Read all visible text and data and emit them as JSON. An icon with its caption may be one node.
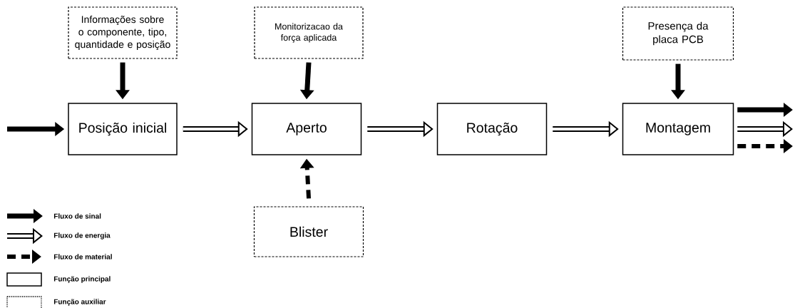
{
  "diagram": {
    "nodes": [
      {
        "text": [
          "Informações sobre o componente, tipo, quantidade e posição"
        ]
      },
      {
        "text": [
          "Monitorizacao da força aplicada"
        ]
      },
      {
        "text": [
          "Presença da placa PCB"
        ]
      },
      {
        "text": [
          "Posição inicial"
        ]
      },
      {
        "text": [
          "Aperto"
        ]
      },
      {
        "text": [
          "Rotação"
        ]
      },
      {
        "text": [
          "Montagem"
        ]
      },
      {
        "text": [
          "Blister"
        ]
      }
    ],
    "edges": [
      {
        "from": null,
        "to": 3,
        "arrow": "to"
      },
      {
        "from": 0,
        "to": 3,
        "arrow": "to"
      },
      {
        "from": 3,
        "to": 4,
        "arrow": "to"
      },
      {
        "from": 1,
        "to": 4,
        "arrow": "to"
      },
      {
        "from": 7,
        "to": 4,
        "arrow": "to",
        "style": "dashed"
      },
      {
        "from": 4,
        "to": 5,
        "arrow": "to"
      },
      {
        "from": 5,
        "to": 6,
        "arrow": "to"
      },
      {
        "from": 2,
        "to": 6,
        "arrow": "to"
      },
      {
        "from": 6,
        "to": null,
        "arrow": "to"
      },
      {
        "from": 6,
        "to": null,
        "arrow": "to"
      },
      {
        "from": 6,
        "to": null,
        "arrow": "to",
        "style": "dashed"
      }
    ],
    "legend": [
      {
        "text": "Fluxo de sinal"
      },
      {
        "text": "Fluxo de energia"
      },
      {
        "text": "Fluxo de material"
      },
      {
        "text": "Função principal"
      },
      {
        "text": "Função auxiliar"
      }
    ]
  }
}
